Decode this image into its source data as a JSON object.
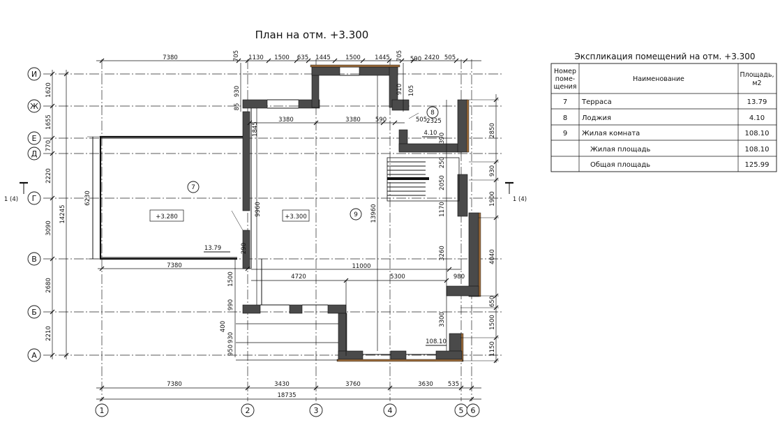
{
  "plan_title": "План на отм. +3.300",
  "table": {
    "title": "Экспликация помещений на отм. +3.300",
    "headers": {
      "num": [
        "Номер",
        "поме-",
        "щения"
      ],
      "name": "Наименование",
      "area": [
        "Площадь,",
        "м2"
      ]
    },
    "rows": [
      {
        "num": "7",
        "name": "Терраса",
        "area": "13.79"
      },
      {
        "num": "8",
        "name": "Лоджия",
        "area": "4.10"
      },
      {
        "num": "9",
        "name": "Жилая комната",
        "area": "108.10"
      }
    ],
    "summary": [
      {
        "name": "Жилая площадь",
        "area": "108.10"
      },
      {
        "name": "Общая площадь",
        "area": "125.99"
      }
    ]
  },
  "axes": {
    "rows": [
      "И",
      "Ж",
      "Е",
      "Д",
      "Г",
      "В",
      "Б",
      "А"
    ],
    "cols": [
      "1",
      "2",
      "3",
      "4",
      "5",
      "6"
    ]
  },
  "section_mark": "1 (4)",
  "rooms": {
    "r7": "7",
    "r8": "8",
    "r9": "9",
    "level_7": "+3.280",
    "level_9": "+3.300",
    "area_7": "13.79",
    "area_8": "4.10",
    "area_9": "108.10"
  },
  "dims": {
    "top": [
      "7380",
      "705",
      "1130",
      "1500",
      "635",
      "1445",
      "1500",
      "1445",
      "705",
      "590",
      "2420",
      "505"
    ],
    "left_chain": [
      "1620",
      "1655",
      "770",
      "2220",
      "3090",
      "2680",
      "2210"
    ],
    "left_total": "14245",
    "bottom": [
      "7380",
      "3430",
      "3760",
      "3630",
      "535"
    ],
    "bottom_total": "18735",
    "right": [
      "2850",
      "930",
      "1900",
      "4040",
      "650",
      "1500",
      "1150"
    ],
    "inner": [
      "3380",
      "3380",
      "590",
      "505",
      "4.10",
      "7380",
      "11000",
      "4720",
      "5300",
      "980",
      "6230",
      "9960",
      "13960",
      "1845",
      "2325",
      "390",
      "250",
      "2050",
      "1170",
      "3260",
      "3300",
      "1500",
      "990",
      "400",
      "930",
      "950",
      "290",
      "930",
      "85",
      "910",
      "105"
    ]
  }
}
